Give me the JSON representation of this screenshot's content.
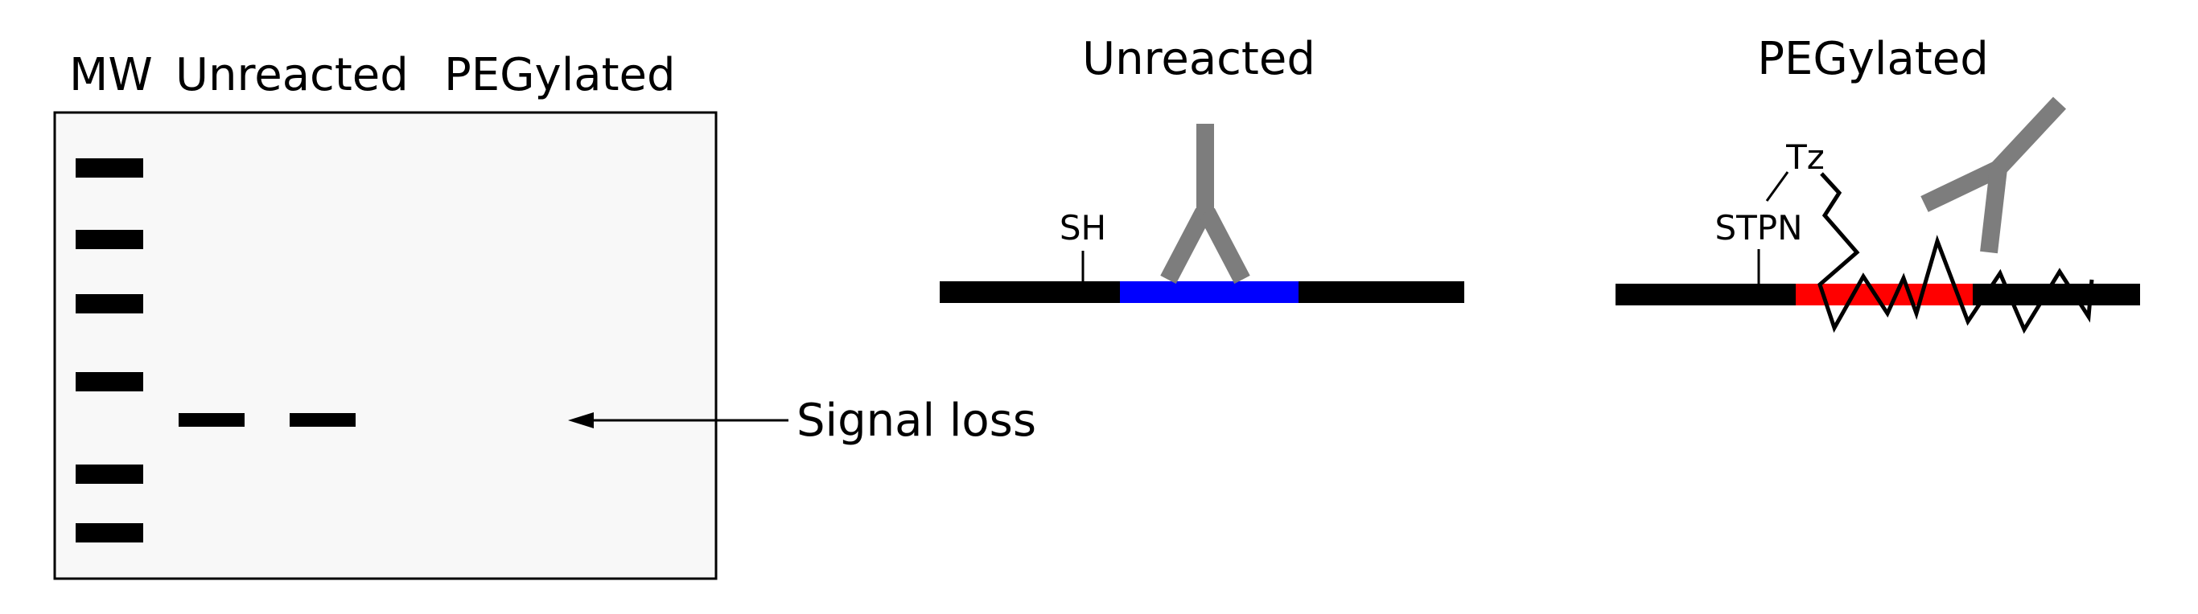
{
  "gel": {
    "lanes": [
      {
        "label": "MW"
      },
      {
        "label": "Unreacted"
      },
      {
        "label": "PEGylated"
      }
    ],
    "annotation": "Signal loss",
    "colors": {
      "gel_bg": "#f8f8f8",
      "band": "#000000"
    }
  },
  "unreacted": {
    "title": "Unreacted",
    "thiol_label": "SH",
    "colors": {
      "segment": "#0000ff",
      "antibody": "#777777",
      "backbone": "#000000"
    }
  },
  "pegylated": {
    "title": "PEGylated",
    "tz_label": "Tz",
    "linker_label": "STPN",
    "colors": {
      "segment": "#ff0000",
      "antibody": "#777777",
      "backbone": "#000000"
    }
  }
}
